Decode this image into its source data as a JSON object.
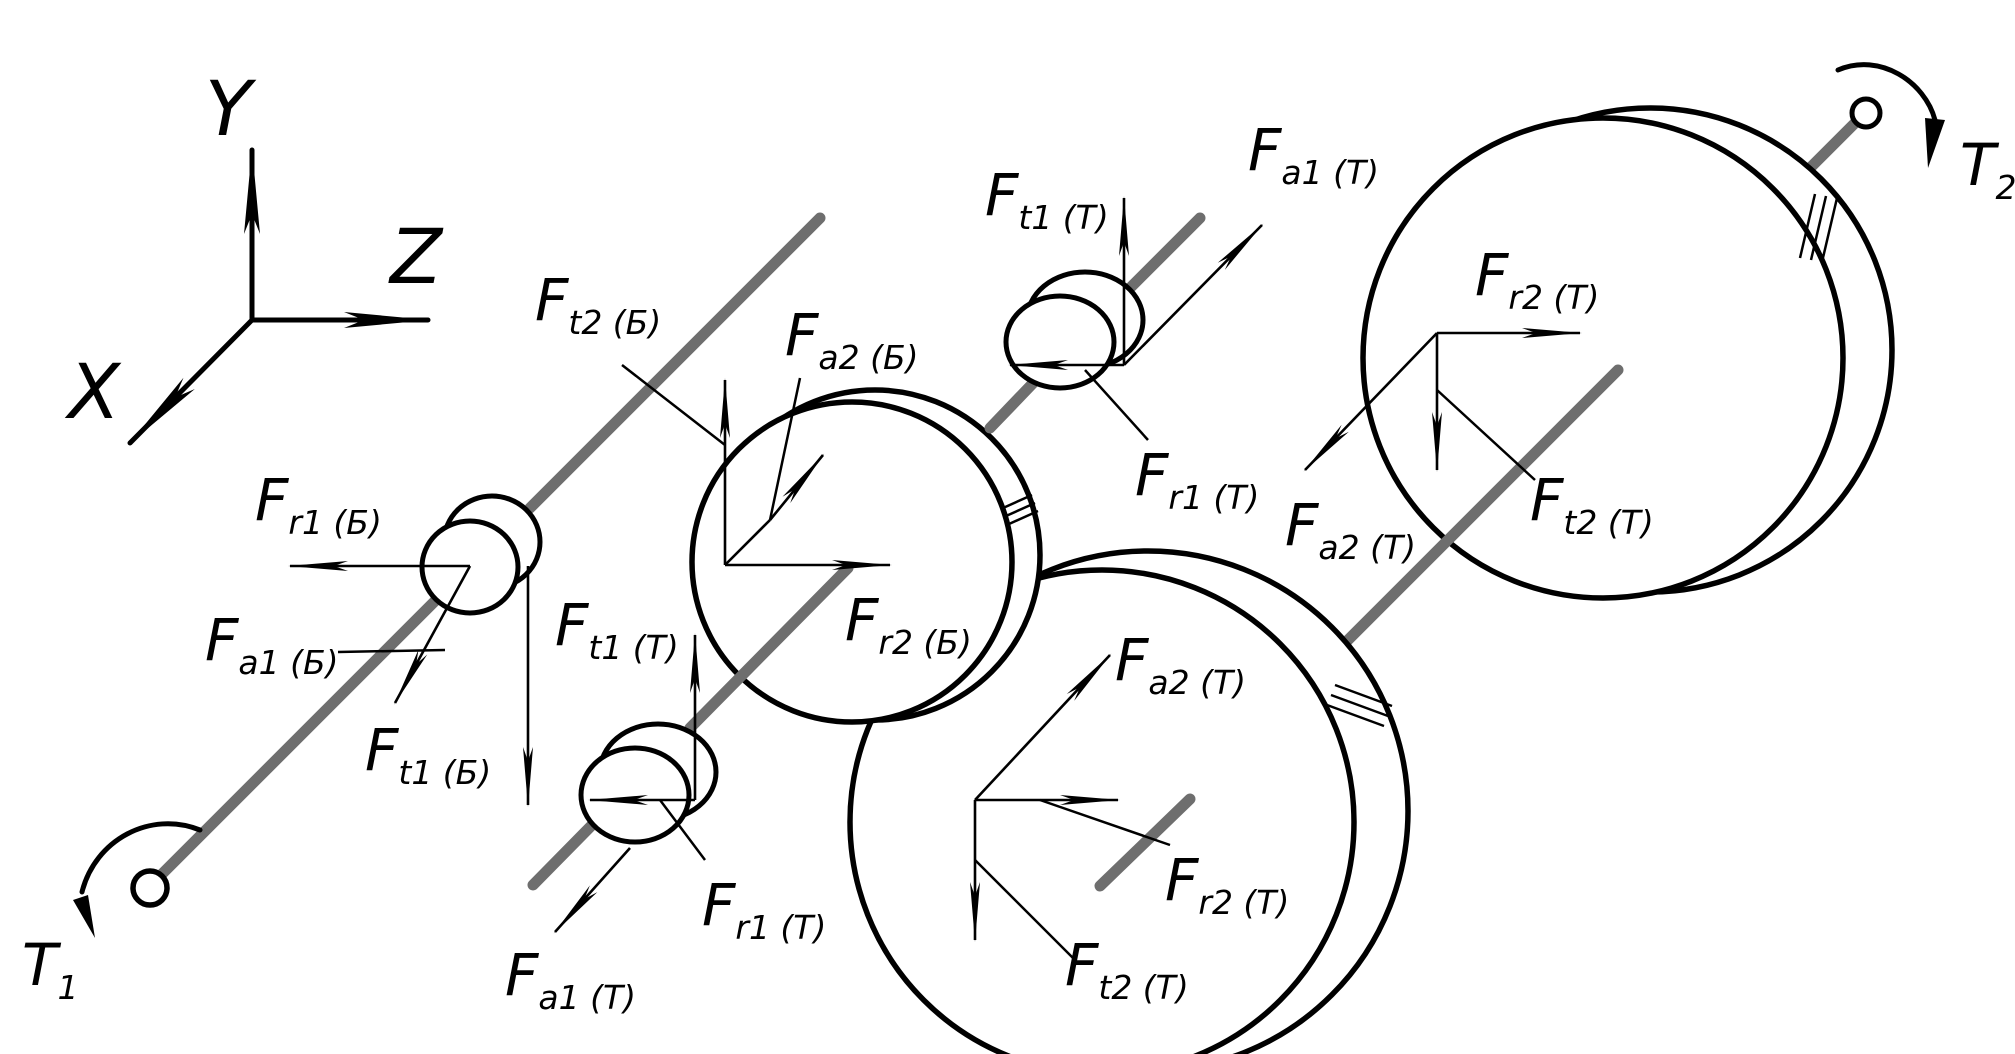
{
  "axes": {
    "y": "Y",
    "z": "Z",
    "x": "X"
  },
  "torques": {
    "t1": {
      "main": "T",
      "sub": "1"
    },
    "t2": {
      "main": "T",
      "sub": "2"
    }
  },
  "forces": {
    "fa1_t_top": {
      "main": "F",
      "sub": "a1 (T)"
    },
    "ft1_t_top": {
      "main": "F",
      "sub": "t1 (T)"
    },
    "fr1_t_top": {
      "main": "F",
      "sub": "r1 (T)"
    },
    "fr2_t_top": {
      "main": "F",
      "sub": "r2 (T)"
    },
    "fa2_t_top": {
      "main": "F",
      "sub": "a2 (T)"
    },
    "ft2_t_top": {
      "main": "F",
      "sub": "t2 (T)"
    },
    "ft2_b": {
      "main": "F",
      "sub": "t2 (Б)"
    },
    "fa2_b": {
      "main": "F",
      "sub": "a2 (Б)"
    },
    "fr2_b": {
      "main": "F",
      "sub": "r2 (Б)"
    },
    "fr1_b": {
      "main": "F",
      "sub": "r1 (Б)"
    },
    "fa1_b": {
      "main": "F",
      "sub": "a1 (Б)"
    },
    "ft1_b": {
      "main": "F",
      "sub": "t1 (Б)"
    },
    "ft1_t_bot": {
      "main": "F",
      "sub": "t1 (T)"
    },
    "fr1_t_bot": {
      "main": "F",
      "sub": "r1 (T)"
    },
    "fa1_t_bot": {
      "main": "F",
      "sub": "a1 (T)"
    },
    "fa2_t_bot": {
      "main": "F",
      "sub": "a2 (T)"
    },
    "fr2_t_bot": {
      "main": "F",
      "sub": "r2 (T)"
    },
    "ft2_t_bot": {
      "main": "F",
      "sub": "t2 (T)"
    }
  }
}
